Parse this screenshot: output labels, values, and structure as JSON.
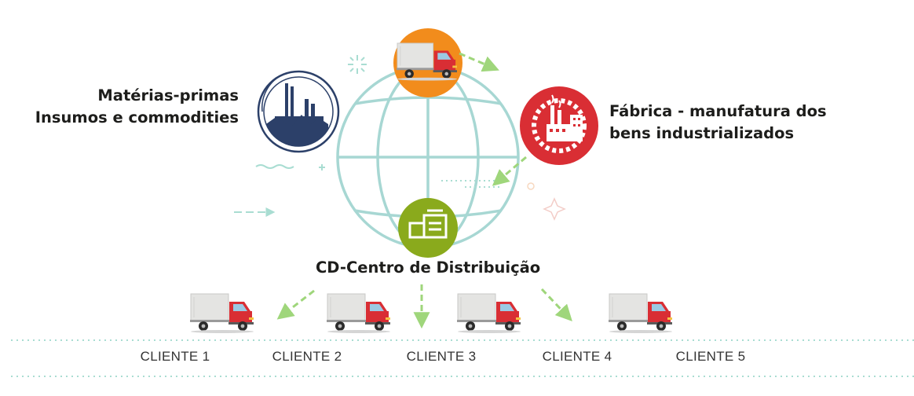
{
  "raw_materials": {
    "line1": "Matérias-primas",
    "line2": "Insumos e commodities",
    "icon": "factory-skyline-icon"
  },
  "factory": {
    "line1": "Fábrica - manufatura dos",
    "line2": "bens industrializados",
    "icon": "factory-gear-icon"
  },
  "transport": {
    "icon": "truck-icon"
  },
  "distribution_center": {
    "label": "CD-Centro de Distribuição",
    "icon": "warehouse-icon"
  },
  "clients": [
    "CLIENTE 1",
    "CLIENTE 2",
    "CLIENTE 3",
    "CLIENTE 4",
    "CLIENTE 5"
  ],
  "colors": {
    "navy": "#2c4069",
    "orange": "#f28c1c",
    "red": "#d92e34",
    "olive": "#8aaa1c",
    "globe": "#a7d7d3",
    "arrow": "#9fd67b",
    "dotted": "#a9ddd2"
  }
}
